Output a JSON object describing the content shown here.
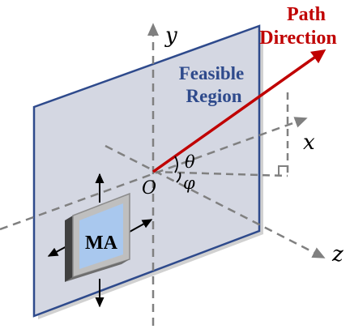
{
  "labels": {
    "axis_y": "y",
    "axis_x": "x",
    "axis_z": "z",
    "origin": "O",
    "theta": "θ",
    "phi": "φ",
    "feasible_line1": "Feasible",
    "feasible_line2": "Region",
    "path_line1": "Path",
    "path_line2": "Direction",
    "antenna": "MA"
  },
  "colors": {
    "plane_fill": "#d4d7e2",
    "plane_border": "#2e4a8c",
    "axis": "#808080",
    "path_arrow": "#c00000",
    "feasible_text": "#2e4a8c",
    "path_text": "#c00000",
    "antenna_inner": "#a9c8ee",
    "antenna_frame": "#bfbfbf"
  }
}
